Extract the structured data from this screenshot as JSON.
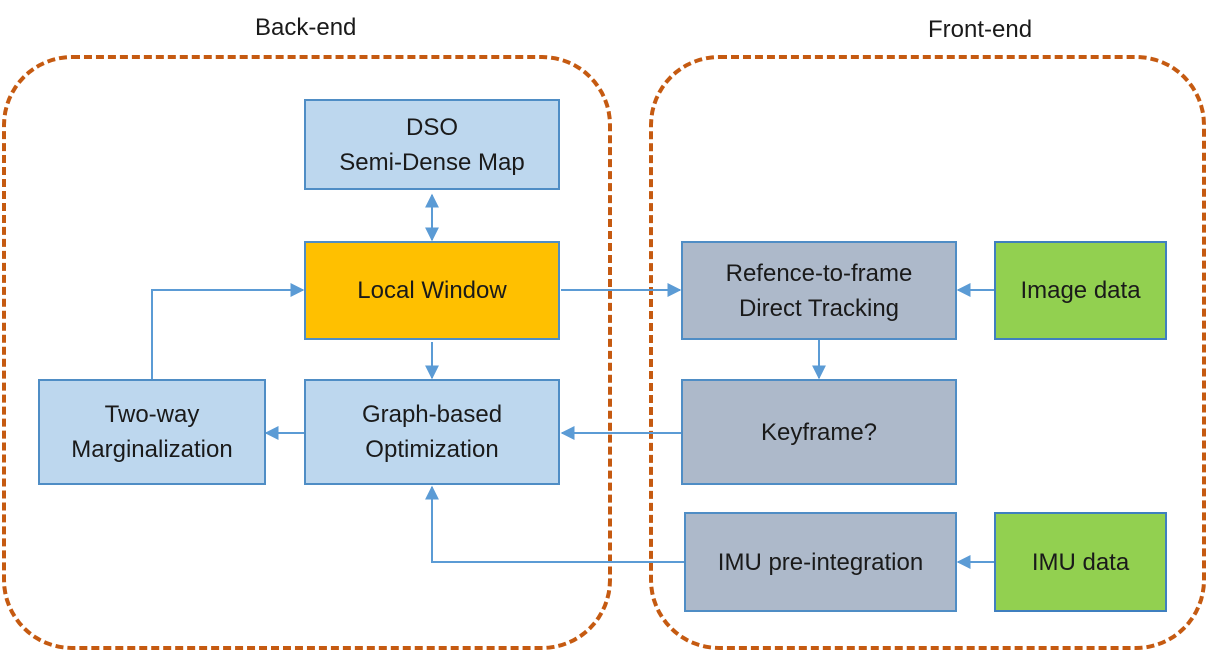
{
  "groups": {
    "back_end": "Back-end",
    "front_end": "Front-end"
  },
  "nodes": {
    "dso_map": {
      "line1": "DSO",
      "line2": "Semi-Dense Map"
    },
    "local_window": {
      "label": "Local Window"
    },
    "graph_opt": {
      "line1": "Graph-based",
      "line2": "Optimization"
    },
    "marginalization": {
      "line1": "Two-way",
      "line2": "Marginalization"
    },
    "tracking": {
      "line1": "Refence-to-frame",
      "line2": "Direct Tracking"
    },
    "keyframe": {
      "label": "Keyframe?"
    },
    "imu_preint": {
      "label": "IMU pre-integration"
    },
    "image_data": {
      "label": "Image data"
    },
    "imu_data": {
      "label": "IMU data"
    }
  },
  "colors": {
    "group_border": "#C55A11",
    "edge": "#5B9BD5",
    "backend_box": "#BDD7EE",
    "local_window": "#FFC000",
    "frontend_box": "#ADB9CA",
    "input_box": "#92D050"
  }
}
